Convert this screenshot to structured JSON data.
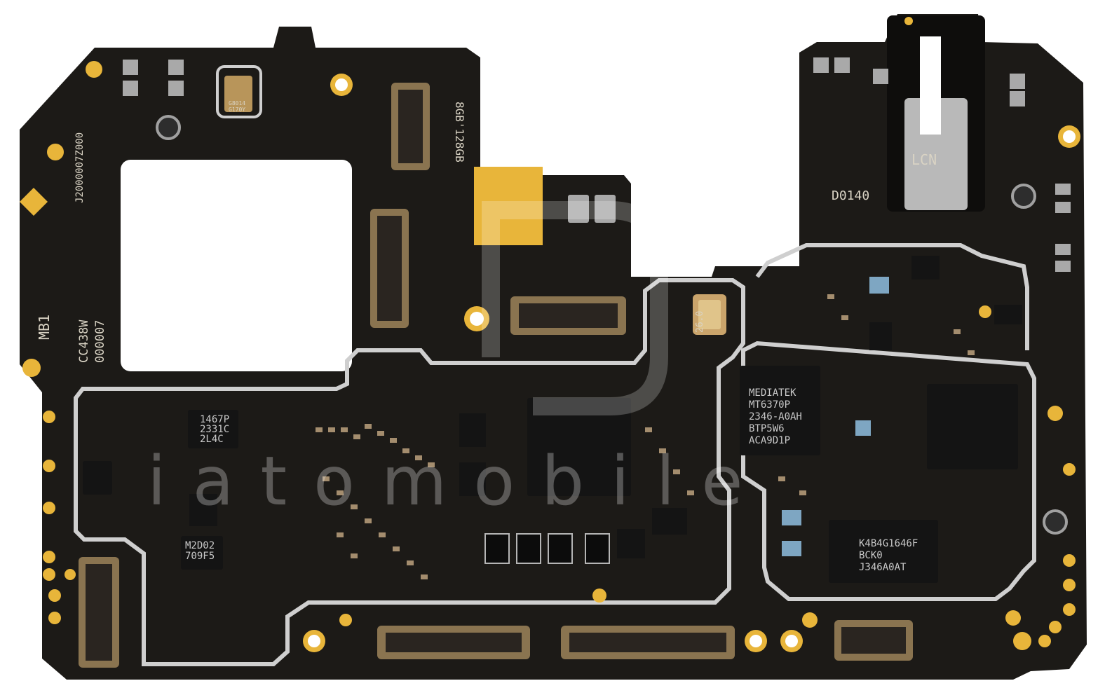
{
  "board": {
    "silkscreen": {
      "mb_label": "MB1",
      "memory_label": "8GB'128GB",
      "serial_side": "J2000007Z000",
      "code_upper": "CC438W",
      "code_lower": "000007",
      "d_label": "D0140",
      "jack_label": "LCN",
      "crystal_label": "26.0",
      "sensor_line1": "G8014",
      "sensor_line2": "G170Y"
    },
    "chips": {
      "pmic": {
        "lines": [
          "MEDIATEK",
          "MT6370P",
          "2346-A0AH",
          "BTP5W6",
          "ACA9D1P"
        ]
      },
      "ram": {
        "lines": [
          "K4B4G1646F",
          "BCK0",
          "J346A0AT"
        ]
      },
      "ic_1467": {
        "lines": [
          "1467P",
          "2331C",
          "2L4C"
        ]
      },
      "ic_m2d02": {
        "lines": [
          "M2D02",
          "709F5"
        ]
      }
    },
    "watermark": {
      "text": "iatomobile"
    }
  },
  "colors": {
    "pcb": "#1c1a17",
    "gold": "#e8b53a",
    "shield": "#cfcfcf",
    "chip": "#141414",
    "connector": "#8a7450",
    "white_silk": "#e0dccf"
  }
}
